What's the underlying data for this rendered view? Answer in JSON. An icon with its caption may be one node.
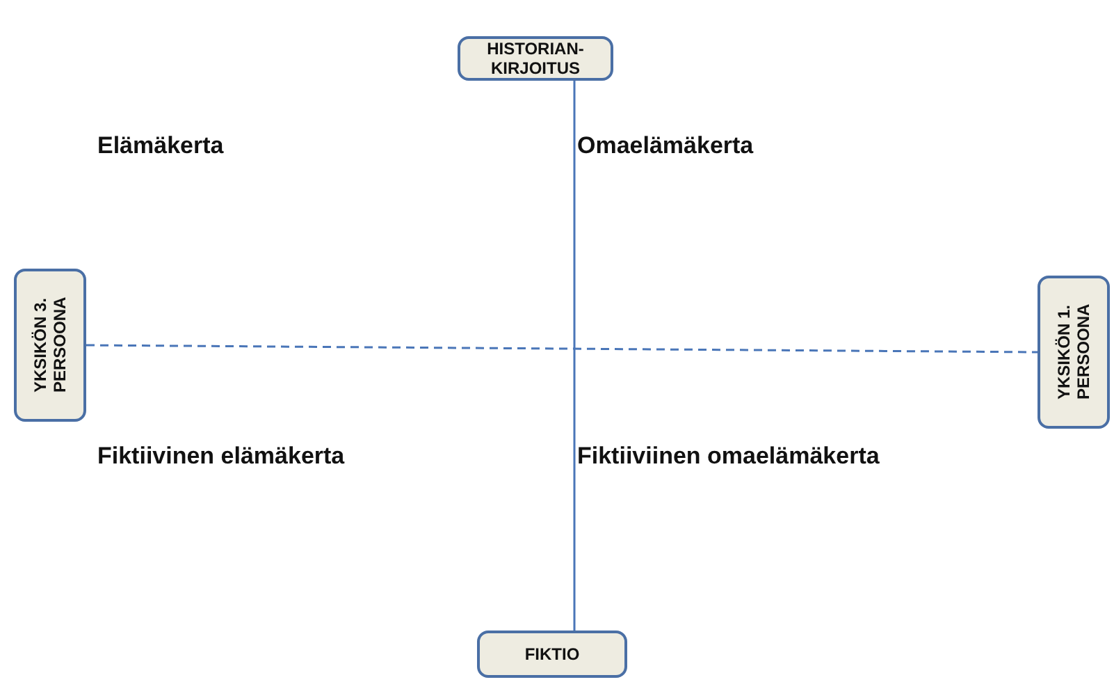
{
  "diagram": {
    "nodes": [
      {
        "text": [
          "HISTORIAN-KIRJOITUS"
        ]
      },
      {
        "text": [
          "YKSIKÖN 3. PERSOONA"
        ]
      },
      {
        "text": [
          "YKSIKÖN 1. PERSOONA"
        ]
      },
      {
        "text": [
          "FIKTIO"
        ]
      }
    ],
    "edges": [
      {
        "from": 0,
        "to": 3,
        "arrow": "none"
      },
      {
        "from": 1,
        "to": 2,
        "arrow": "none",
        "style": "dashed"
      }
    ],
    "labels": [
      "Elämäkerta",
      "Omaelämäkerta",
      "Fiktiivinen elämäkerta",
      "Fiktiiviinen omaelämäkerta"
    ]
  }
}
